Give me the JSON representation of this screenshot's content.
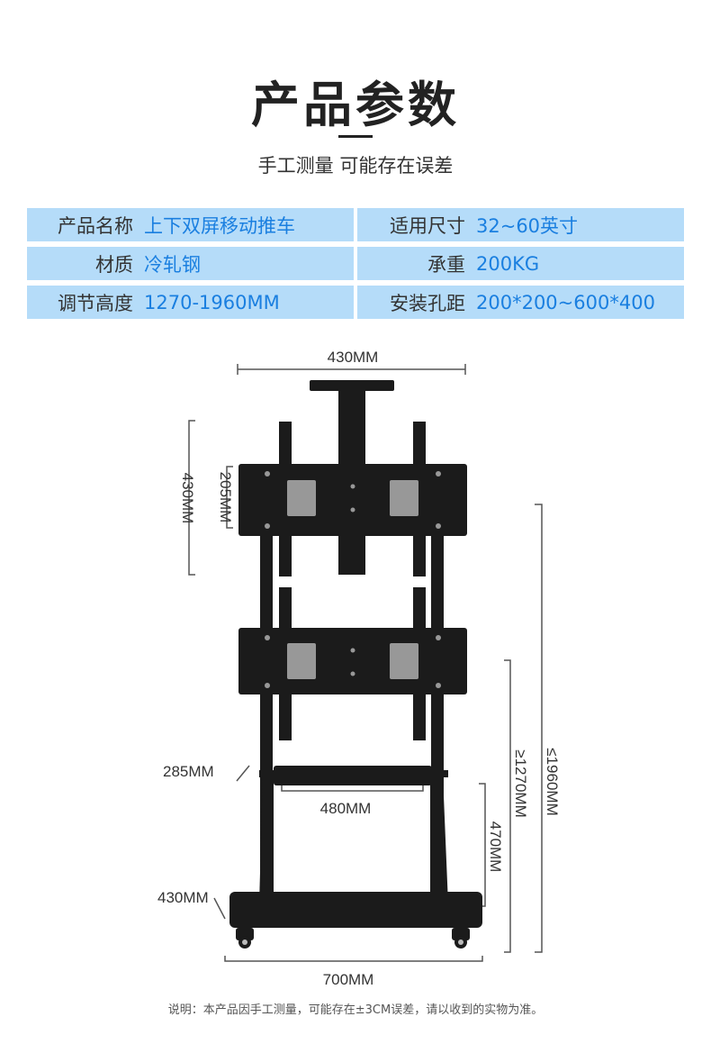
{
  "header": {
    "title": "产品参数",
    "subtitle": "手工测量 可能存在误差"
  },
  "specs": [
    {
      "label": "产品名称",
      "value": "上下双屏移动推车"
    },
    {
      "label": "适用尺寸",
      "value": "32~60英寸"
    },
    {
      "label": "材质",
      "value": "冷轧钢"
    },
    {
      "label": "承重",
      "value": "200KG"
    },
    {
      "label": "调节高度",
      "value": "1270-1960MM"
    },
    {
      "label": "安装孔距",
      "value": "200*200~600*400"
    }
  ],
  "dimensions": {
    "top_width": "430MM",
    "upper_mount_height": "430MM",
    "plate_height": "205MM",
    "tray_depth": "285MM",
    "tray_width": "480MM",
    "base_depth": "430MM",
    "base_width": "700MM",
    "min_height": "≥1270MM",
    "max_height": "≤1960MM",
    "lower_height": "470MM"
  },
  "colors": {
    "spec_bg": "#b5dcf9",
    "spec_value": "#1a7fe0",
    "product": "#1b1b1b"
  },
  "footer": {
    "note": "说明：本产品因手工测量，可能存在±3CM误差，请以收到的实物为准。"
  }
}
